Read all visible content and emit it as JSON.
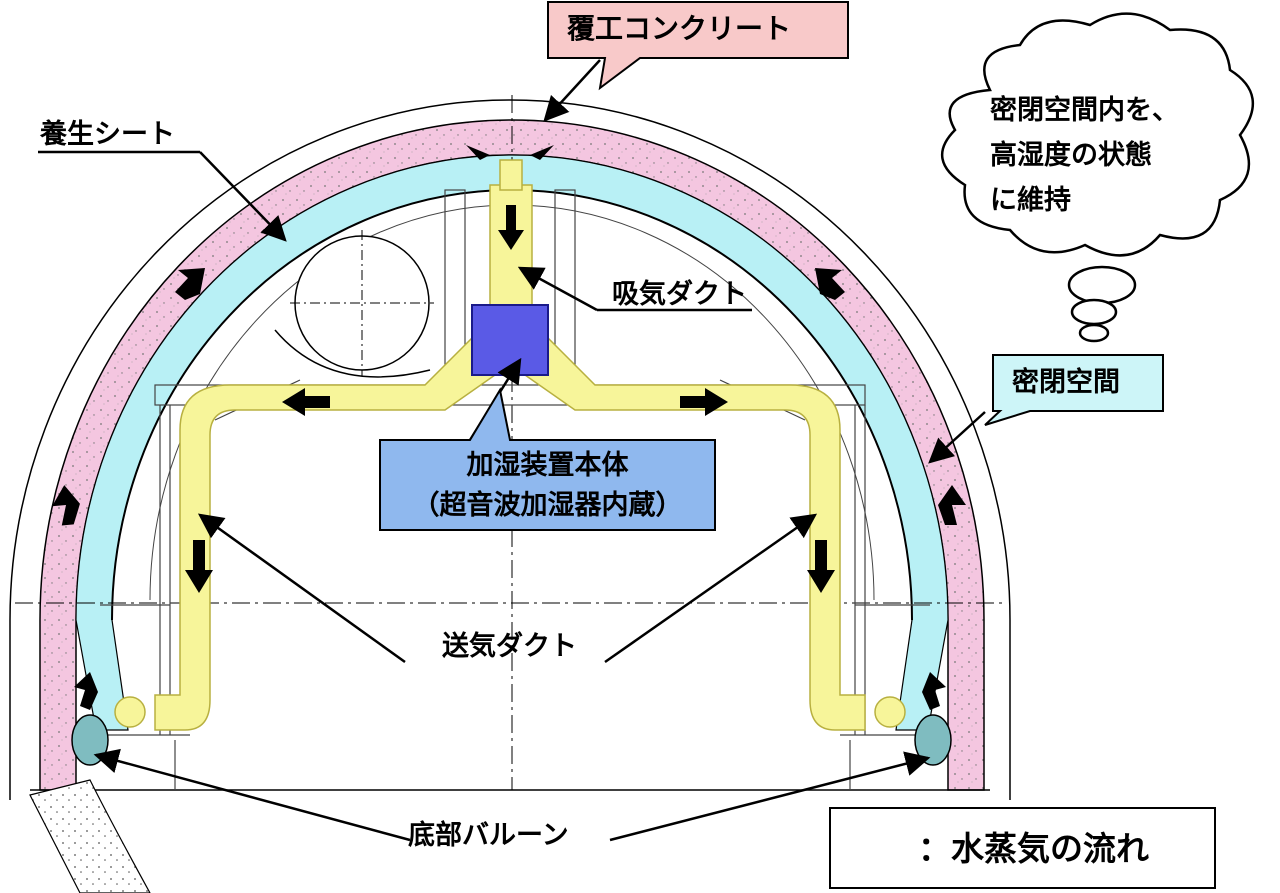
{
  "labels": {
    "lining_concrete": "覆工コンクリート",
    "curing_sheet": "養生シート",
    "intake_duct": "吸気ダクト",
    "sealed_space": "密閉空間",
    "humidifier_main": "加湿装置本体",
    "humidifier_sub": "（超音波加湿器内蔵）",
    "supply_duct": "送気ダクト",
    "bottom_balloon": "底部バルーン",
    "thought_line1": "密閉空間内を、",
    "thought_line2": "高湿度の状態",
    "thought_line3": "に維持",
    "legend_text": "：水蒸気の流れ"
  },
  "colors": {
    "concrete": "#f4c6e0",
    "sealed_space": "#b8f0f5",
    "duct": "#f7f59a",
    "humidifier": "#5a5ae6",
    "humidifier_label_bg": "#8fb8ee",
    "callout_pink": "#f8c9c9",
    "callout_cyan": "#cdf5f8",
    "balloon": "#7fbcc0"
  }
}
